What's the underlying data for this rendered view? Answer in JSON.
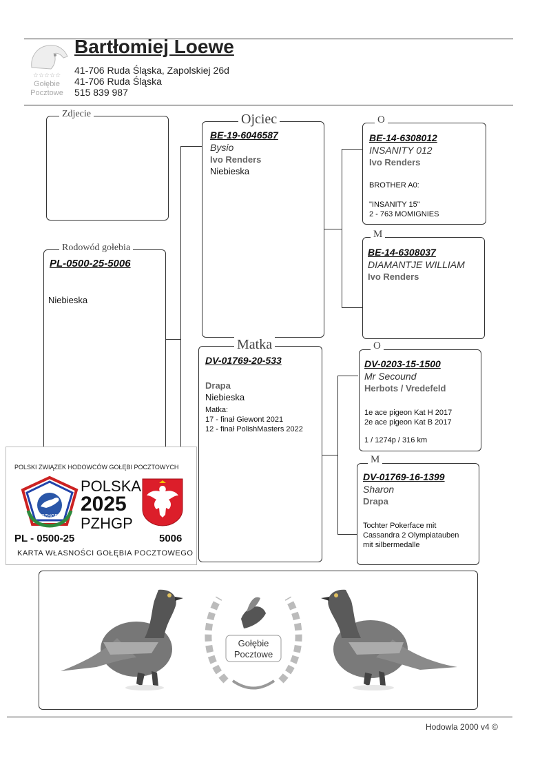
{
  "header": {
    "breeder_name": "Bartłomiej Loewe",
    "address_line1": "41-706 Ruda Śląska, Zapolskiej 26d",
    "address_line2": "41-706 Ruda Śląska",
    "phone": "515 839 987",
    "logo_text_line1": "Gołębie",
    "logo_text_line2": "Pocztowe"
  },
  "photo": {
    "legend": "Zdjecie"
  },
  "pigeon": {
    "legend": "Rodowód gołebia",
    "ring": "PL-0500-25-5006",
    "color": "Niebieska"
  },
  "father": {
    "legend": "Ojciec",
    "ring": "BE-19-6046587",
    "name": "Bysio",
    "breeder": "Ivo Renders",
    "color": "Niebieska"
  },
  "mother": {
    "legend": "Matka",
    "ring": "DV-01769-20-533",
    "breeder": "Drapa",
    "color": "Niebieska",
    "notes": [
      "Matka:",
      "17 - finał Giewont 2021",
      "12 - finał PolishMasters 2022"
    ]
  },
  "ff": {
    "legend": "O",
    "ring": "BE-14-6308012",
    "name": "INSANITY 012",
    "breeder": "Ivo Renders",
    "notes": [
      "BROTHER A0:",
      "",
      "\"INSANITY 15\"",
      "2 - 763 MOMIGNIES"
    ]
  },
  "fm": {
    "legend": "M",
    "ring": "BE-14-6308037",
    "name": "DIAMANTJE WILLIAM",
    "breeder": "Ivo Renders"
  },
  "mf": {
    "legend": "O",
    "ring": "DV-0203-15-1500",
    "name": "Mr Secound",
    "breeder": "Herbots / Vredefeld",
    "notes": [
      "1e ace pigeon Kat H 2017",
      "2e ace pigeon Kat B 2017",
      "",
      "1 / 1274p / 316 km"
    ]
  },
  "mm": {
    "legend": "M",
    "ring": "DV-01769-16-1399",
    "name": "Sharon",
    "breeder": "Drapa",
    "notes": [
      "Tochter Pokerface mit",
      "Cassandra 2 Olympiatauben",
      "mit silbermedalle"
    ]
  },
  "card": {
    "union": "POLSKI ZWIĄZEK HODOWCÓW GOŁĘBI POCZTOWYCH",
    "country": "POLSKA",
    "year": "2025",
    "org": "PZHGP",
    "badge": "PZHGP",
    "ring_prefix": "PL - 0500-25",
    "ring_number": "5006",
    "caption": "KARTA WŁASNOŚCI GOŁĘBIA POCZTOWEGO"
  },
  "footer_panel": {
    "logo_line1": "Gołębie",
    "logo_line2": "Pocztowe"
  },
  "footer": {
    "version": "Hodowla 2000 v4 ©"
  }
}
